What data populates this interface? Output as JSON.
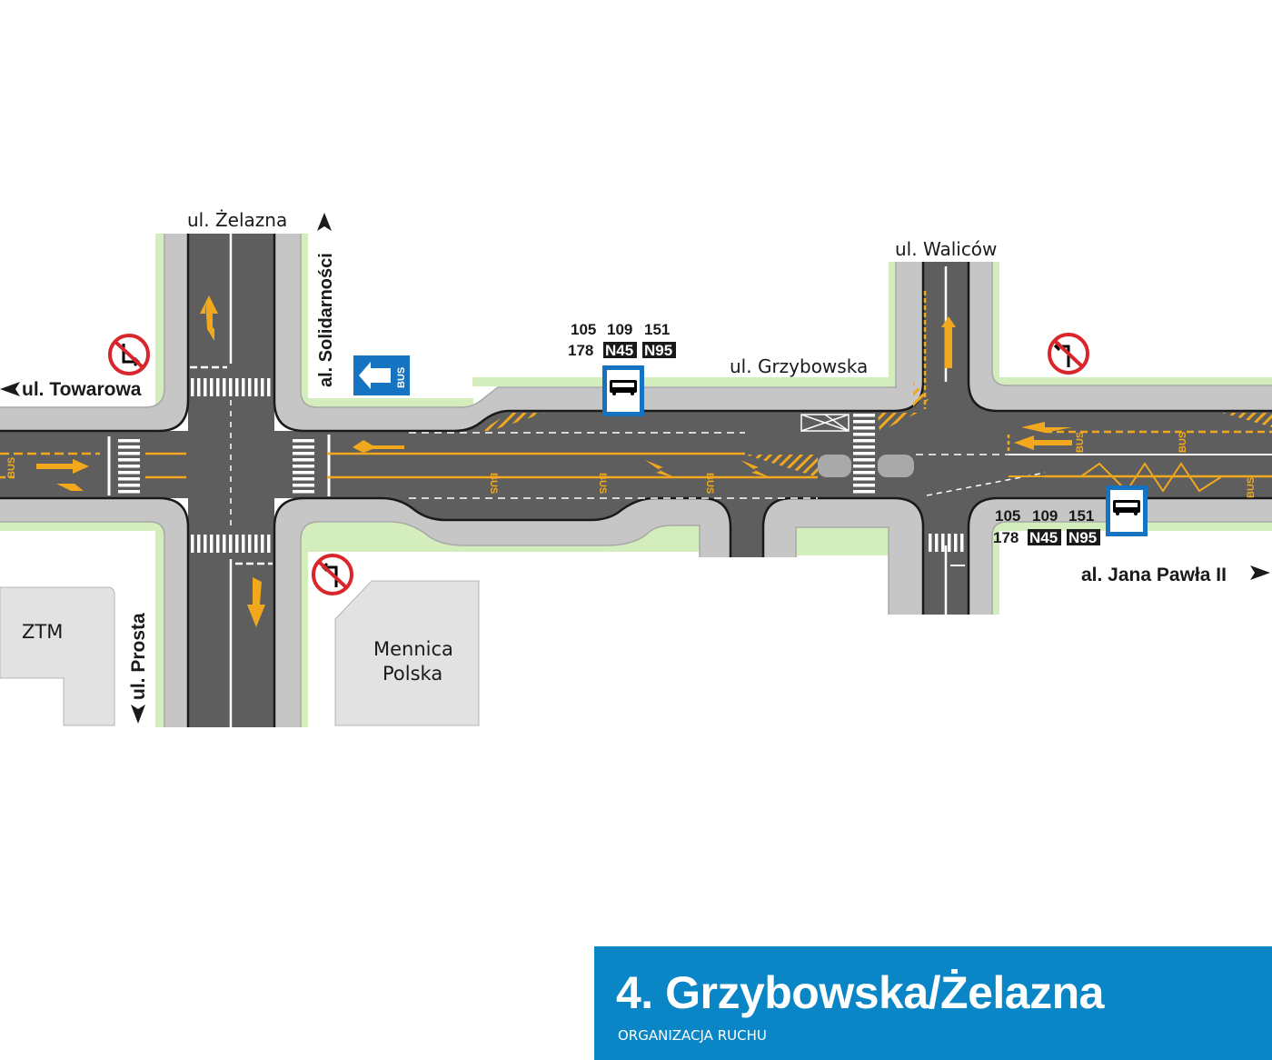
{
  "streets": {
    "zelazna": "ul. Żelazna",
    "solidarnosci": "al. Solidarności",
    "walicow": "ul. Waliców",
    "grzybowska": "ul. Grzybowska",
    "towarowa": "ul. Towarowa",
    "prosta": "ul. Prosta",
    "jana_pawla": "al. Jana Pawła II"
  },
  "buildings": {
    "ztm": "ZTM",
    "mennica_line1": "Mennica",
    "mennica_line2": "Polska"
  },
  "bus_stops": [
    {
      "routes_line1": [
        "105",
        "109",
        "151"
      ],
      "routes_line2": [
        "178"
      ],
      "night_routes": [
        "N45",
        "N95"
      ]
    },
    {
      "routes_line1": [
        "105",
        "109",
        "151"
      ],
      "routes_line2": [
        "178"
      ],
      "night_routes": [
        "N45",
        "N95"
      ]
    }
  ],
  "bus_lane_sign": "BUS",
  "bus_lane_marking": "BUS",
  "signs": {
    "no_turn_towarowa": "no-left-turn-sign",
    "no_turn_mennica": "no-left-turn-sign",
    "no_turn_jana_pawla": "no-left-turn-sign",
    "bus_stop": "bus-stop-sign"
  },
  "banner": {
    "title": "4. Grzybowska/Żelazna",
    "subtitle": "ORGANIZACJA RUCHU"
  },
  "colors": {
    "asphalt": "#5e5e5e",
    "sidewalk": "#c6c6c6",
    "green_strip": "#d3eebc",
    "marking_yellow": "#f2a81d",
    "building": "#e2e2e2",
    "sign_blue": "#1573c2",
    "banner_blue": "#0a86c6",
    "no_turn_red": "#d9262c"
  }
}
